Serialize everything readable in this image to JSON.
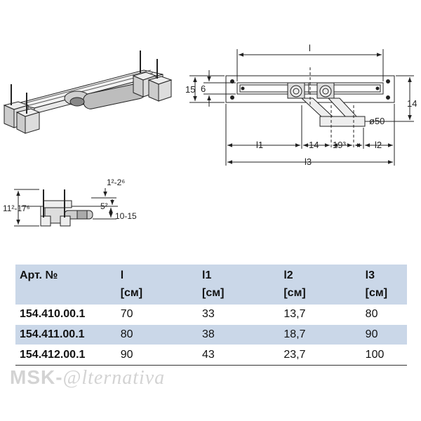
{
  "drawing": {
    "top_view_dims": {
      "l": "l",
      "h15": "15",
      "h6": "6",
      "h14": "14",
      "diam": "ø50",
      "l1": "l1",
      "l14": "14",
      "l19": "19³",
      "l2": "l2",
      "l3": "l3"
    },
    "side_view_dims": {
      "range_left": "11²-17⁶",
      "range_top": "1²-2⁶",
      "mid": "5²",
      "range_right": "10-15"
    }
  },
  "table": {
    "headers": [
      {
        "line1": "Арт. №",
        "line2": ""
      },
      {
        "line1": "l",
        "line2": "[см]"
      },
      {
        "line1": "l1",
        "line2": "[см]"
      },
      {
        "line1": "l2",
        "line2": "[см]"
      },
      {
        "line1": "l3",
        "line2": "[см]"
      }
    ],
    "rows": [
      {
        "art": "154.410.00.1",
        "l": "70",
        "l1": "33",
        "l2": "13,7",
        "l3": "80"
      },
      {
        "art": "154.411.00.1",
        "l": "80",
        "l1": "38",
        "l2": "18,7",
        "l3": "90"
      },
      {
        "art": "154.412.00.1",
        "l": "90",
        "l1": "43",
        "l2": "23,7",
        "l3": "100"
      }
    ]
  },
  "watermark": {
    "left": "MSK-",
    "right": "lternativa"
  }
}
